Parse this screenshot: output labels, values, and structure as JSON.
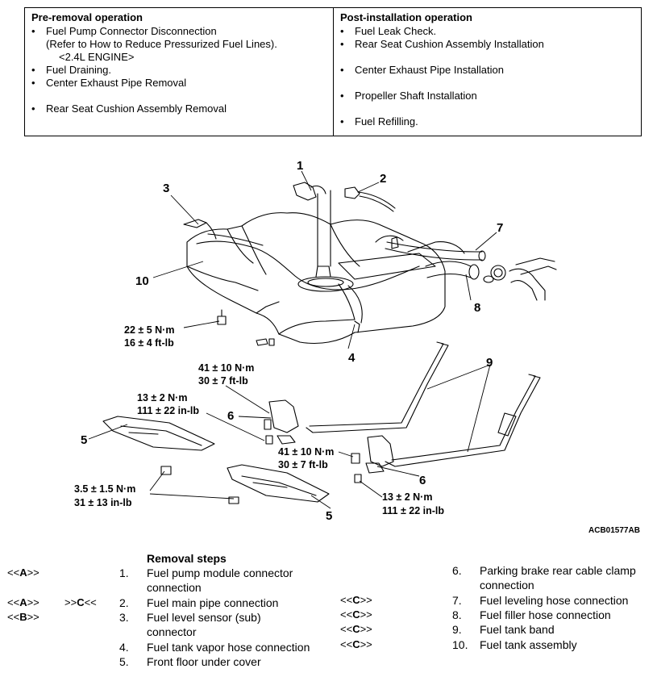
{
  "pre_removal": {
    "title": "Pre-removal operation",
    "items": [
      "Fuel Pump Connector Disconnection",
      "(Refer to How to Reduce Pressurized Fuel Lines).",
      "<2.4L ENGINE>",
      "Fuel Draining.",
      "Center Exhaust Pipe Removal",
      "Rear Seat Cushion Assembly Removal"
    ]
  },
  "post_installation": {
    "title": "Post-installation operation",
    "items": [
      "Fuel Leak Check.",
      "Rear Seat Cushion Assembly Installation",
      "Center Exhaust Pipe Installation",
      "Propeller Shaft Installation",
      "Fuel Refilling."
    ]
  },
  "diagram": {
    "callouts": [
      "1",
      "2",
      "3",
      "4",
      "5",
      "6",
      "7",
      "8",
      "9",
      "10",
      "5",
      "6"
    ],
    "torques": [
      [
        "22 ± 5 N·m",
        "16 ± 4 ft-lb"
      ],
      [
        "41 ± 10 N·m",
        "30 ± 7 ft-lb"
      ],
      [
        "13 ± 2 N·m",
        "111 ± 22 in-lb"
      ],
      [
        "41 ± 10 N·m",
        "30 ± 7 ft-lb"
      ],
      [
        "3.5 ± 1.5 N·m",
        "31 ± 13 in-lb"
      ],
      [
        "13 ± 2 N·m",
        "111 ± 22 in-lb"
      ]
    ],
    "figure_code": "ACB01577AB"
  },
  "removal_steps": {
    "title": "Removal steps",
    "refs": [
      "A",
      "A",
      "C",
      "B",
      "C",
      "C",
      "C",
      "C"
    ],
    "steps": [
      {
        "num": "1.",
        "lines": [
          "Fuel pump module connector",
          "connection"
        ]
      },
      {
        "num": "2.",
        "lines": [
          "Fuel main pipe connection"
        ]
      },
      {
        "num": "3.",
        "lines": [
          "Fuel level sensor (sub)",
          "connector"
        ]
      },
      {
        "num": "4.",
        "lines": [
          "Fuel tank vapor hose connection"
        ]
      },
      {
        "num": "5.",
        "lines": [
          "Front floor under cover"
        ]
      },
      {
        "num": "6.",
        "lines": [
          "Parking brake rear cable clamp",
          "connection"
        ]
      },
      {
        "num": "7.",
        "lines": [
          "Fuel leveling hose connection"
        ]
      },
      {
        "num": "8.",
        "lines": [
          "Fuel filler hose connection"
        ]
      },
      {
        "num": "9.",
        "lines": [
          "Fuel tank band"
        ]
      },
      {
        "num": "10.",
        "lines": [
          "Fuel tank assembly"
        ]
      }
    ]
  }
}
